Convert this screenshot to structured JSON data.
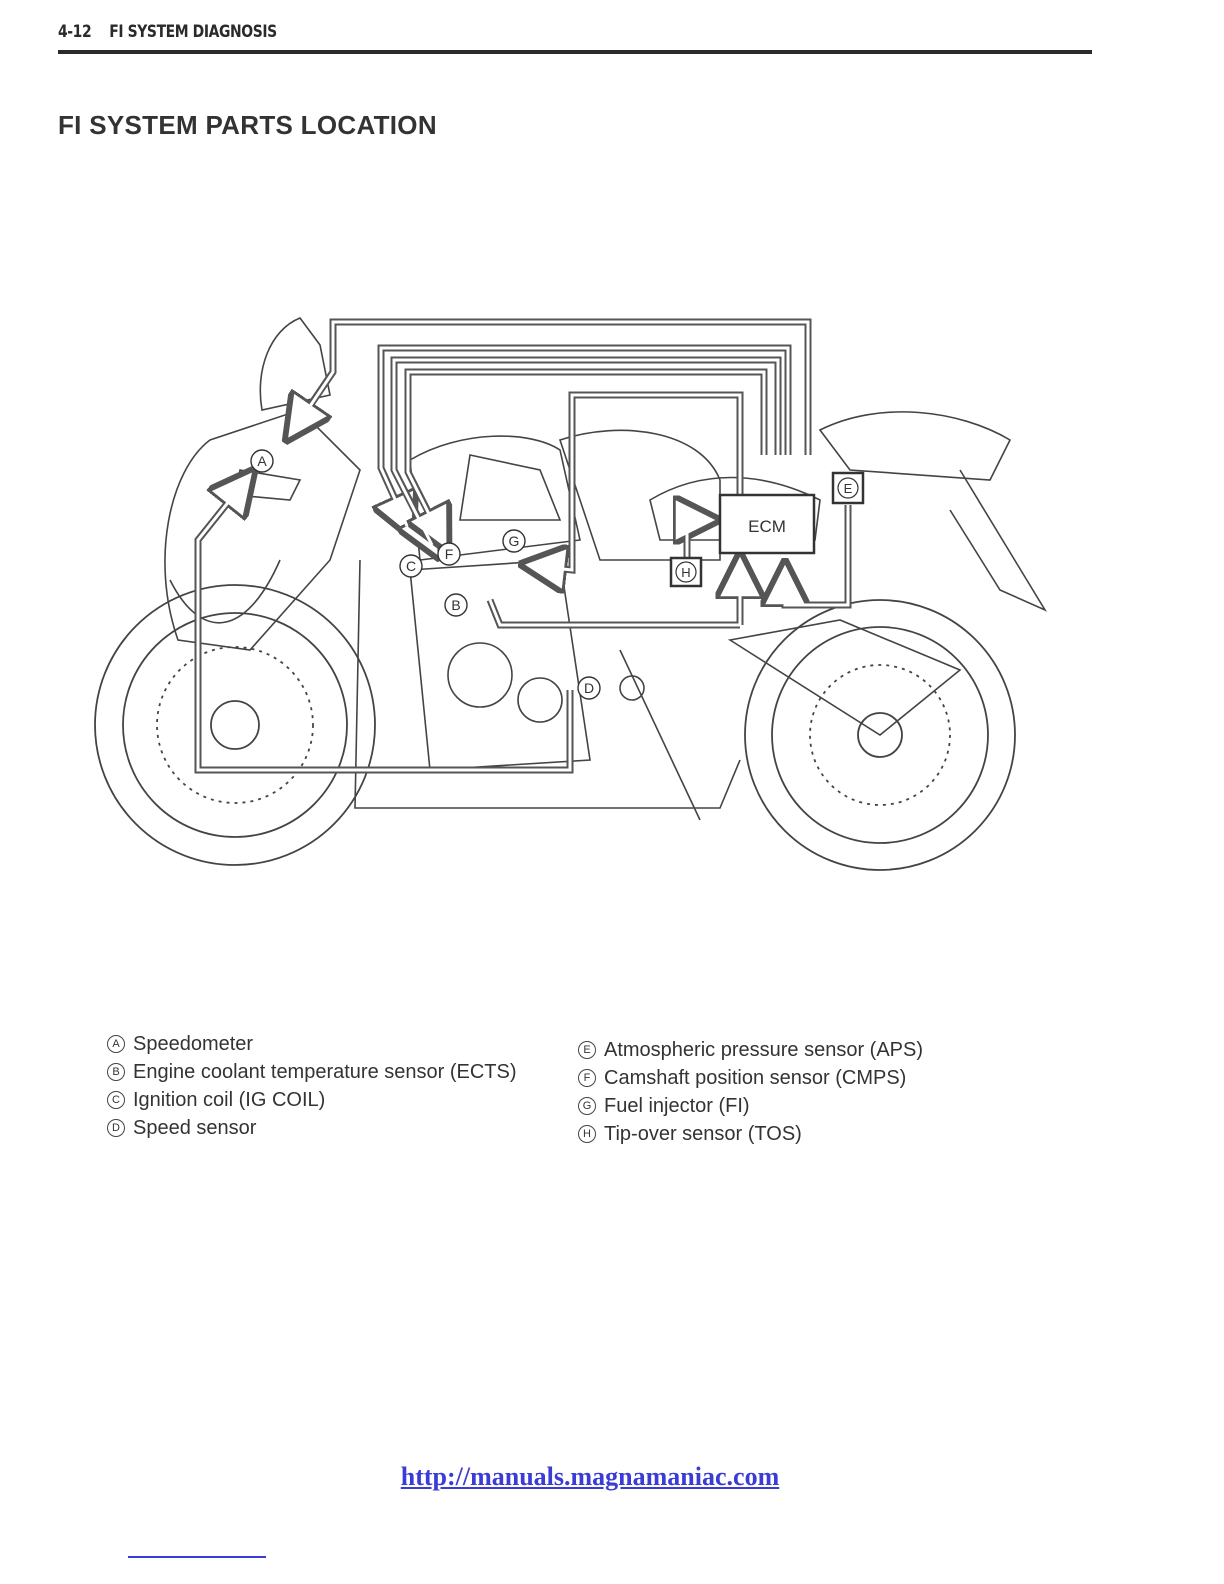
{
  "header": {
    "page_number": "4-12",
    "section": "FI SYSTEM DIAGNOSIS"
  },
  "title": "FI SYSTEM PARTS LOCATION",
  "diagram": {
    "ecm_label": "ECM",
    "callouts": [
      "A",
      "B",
      "C",
      "D",
      "E",
      "F",
      "G",
      "H"
    ]
  },
  "legend": {
    "left": [
      {
        "letter": "A",
        "text": "Speedometer"
      },
      {
        "letter": "B",
        "text": "Engine coolant temperature sensor (ECTS)"
      },
      {
        "letter": "C",
        "text": "Ignition coil (IG COIL)"
      },
      {
        "letter": "D",
        "text": "Speed sensor"
      }
    ],
    "right": [
      {
        "letter": "E",
        "text": "Atmospheric pressure sensor (APS)"
      },
      {
        "letter": "F",
        "text": "Camshaft position sensor (CMPS)"
      },
      {
        "letter": "G",
        "text": "Fuel injector (FI)"
      },
      {
        "letter": "H",
        "text": "Tip-over sensor (TOS)"
      }
    ]
  },
  "footer": {
    "link": "http://manuals.magnamaniac.com"
  },
  "colors": {
    "link": "#3b3bd6",
    "harness": "#555555"
  }
}
